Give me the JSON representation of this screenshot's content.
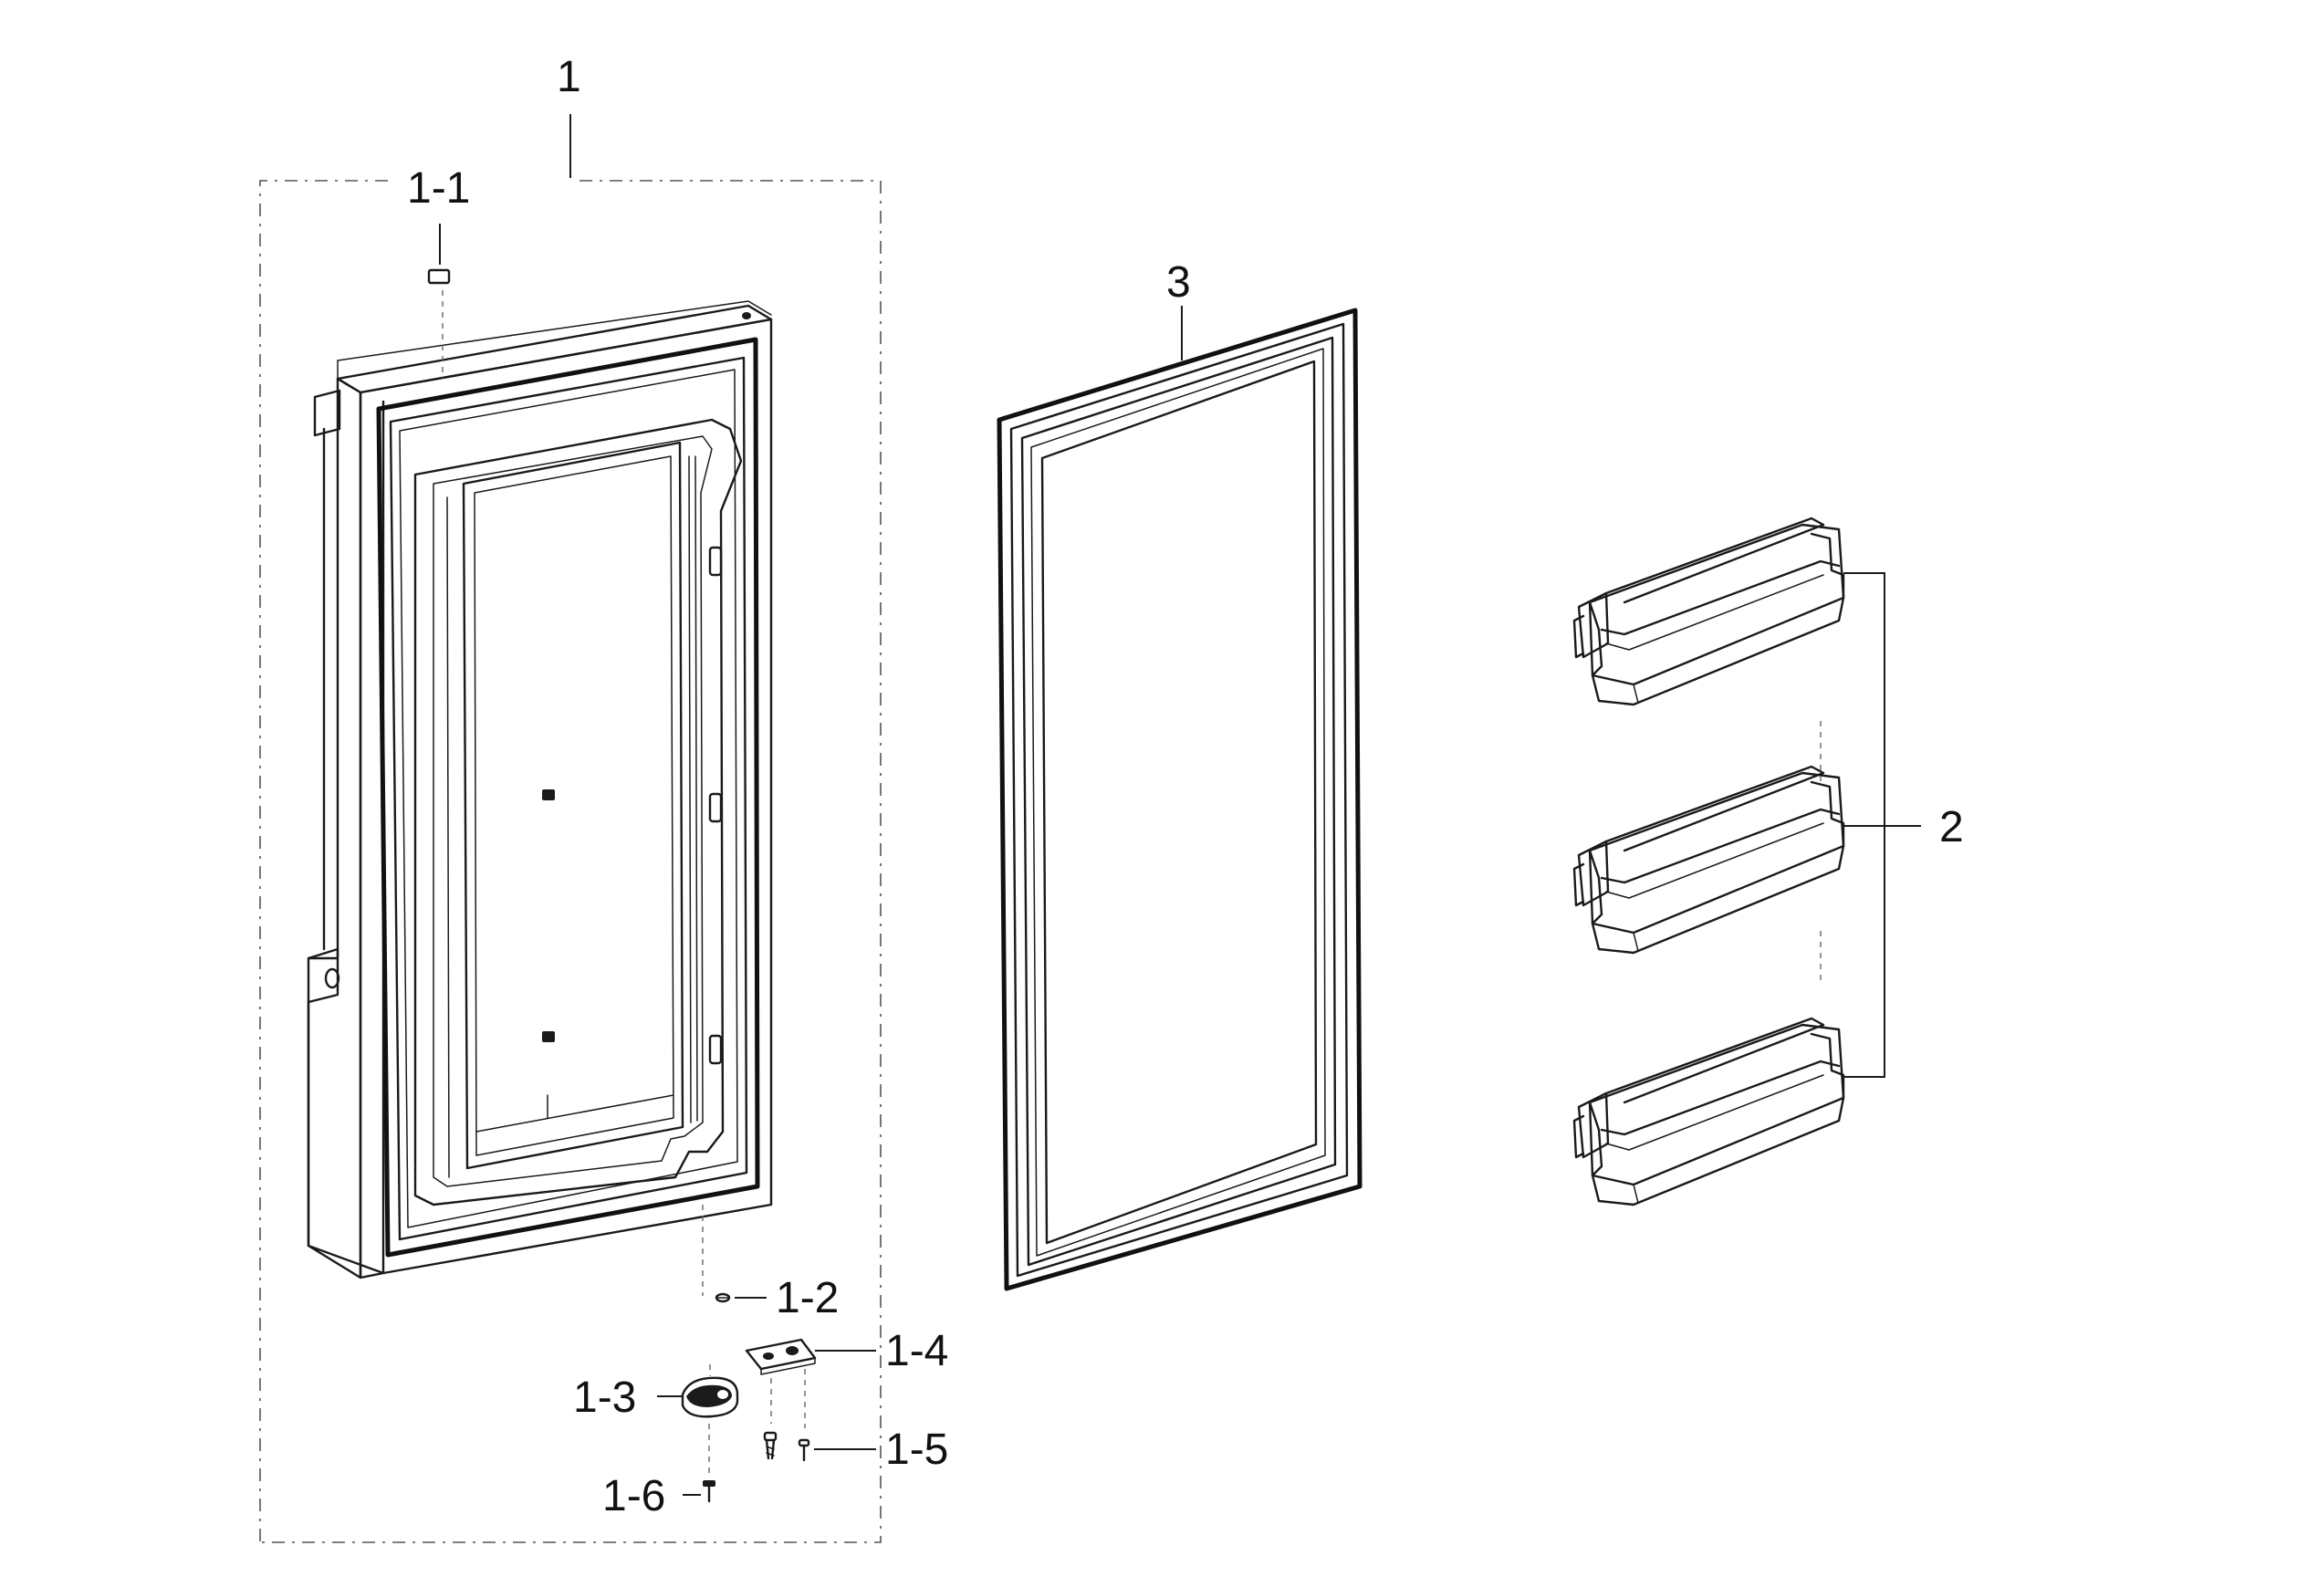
{
  "callouts": {
    "door_assembly": "1",
    "top_cap": "1-1",
    "hinge_pin": "1-2",
    "hinge_cam": "1-3",
    "hinge_plate": "1-4",
    "screw_small": "1-5",
    "screw_large": "1-6",
    "door_bins": "2",
    "gasket": "3"
  }
}
